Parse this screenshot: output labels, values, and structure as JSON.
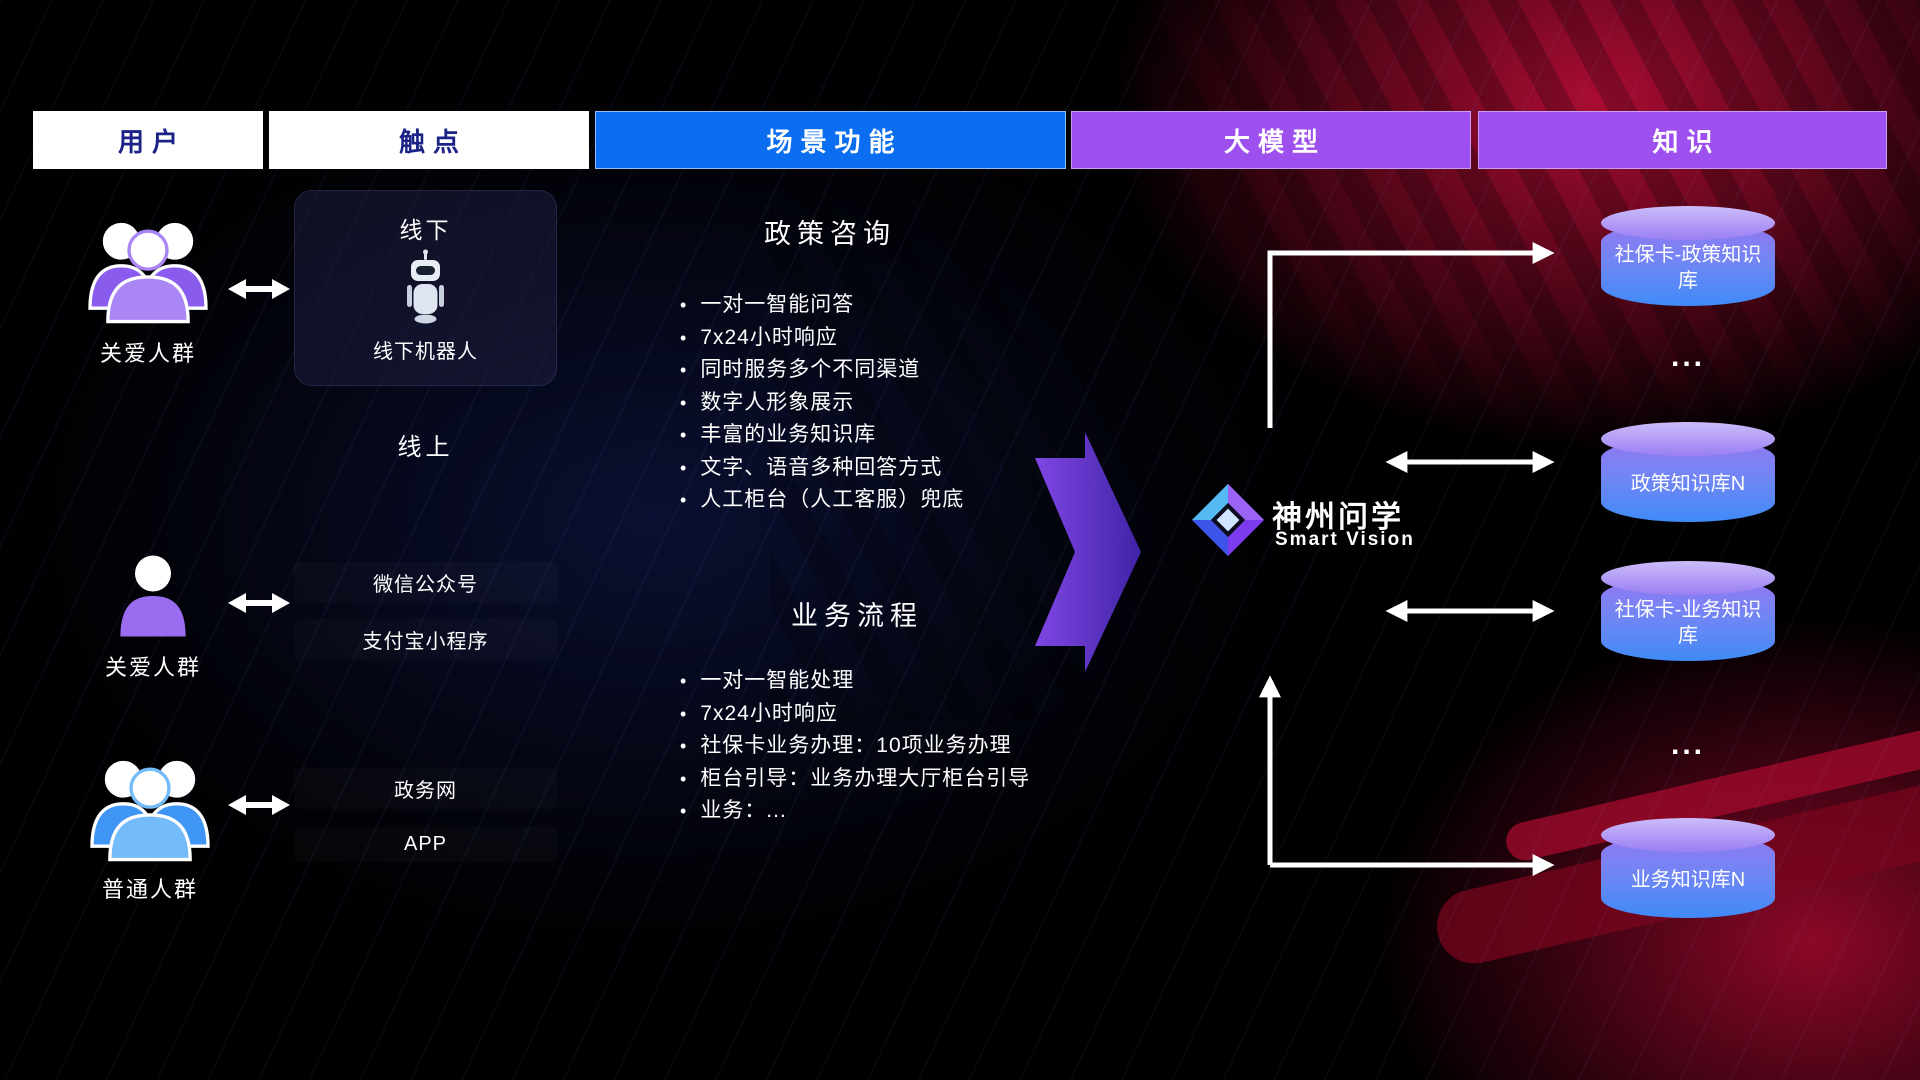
{
  "header": {
    "columns": [
      {
        "label": "用户"
      },
      {
        "label": "触点"
      },
      {
        "label": "场景功能"
      },
      {
        "label": "大模型"
      },
      {
        "label": "知识"
      }
    ]
  },
  "users": [
    {
      "label": "关爱人群",
      "icon": "group-people-purple-icon"
    },
    {
      "label": "关爱人群",
      "icon": "single-person-purple-icon"
    },
    {
      "label": "普通人群",
      "icon": "group-people-blue-icon"
    }
  ],
  "touchpoints": {
    "offline_card": {
      "title": "线下",
      "icon": "robot-icon",
      "caption": "线下机器人"
    },
    "online_label": "线上",
    "channels": [
      "微信公众号",
      "支付宝小程序",
      "政务网",
      "APP"
    ]
  },
  "scenes": [
    {
      "title": "政策咨询",
      "items": [
        "一对一智能问答",
        "7x24小时响应",
        "同时服务多个不同渠道",
        "数字人形象展示",
        "丰富的业务知识库",
        "文字、语音多种回答方式",
        "人工柜台（人工客服）兜底"
      ]
    },
    {
      "title": "业务流程",
      "items": [
        "一对一智能处理",
        "7x24小时响应",
        "社保卡业务办理：10项业务办理",
        "柜台引导：业务办理大厅柜台引导",
        "业务：..."
      ]
    }
  ],
  "model": {
    "name": "神州问学",
    "subtitle": "Smart Vision"
  },
  "knowledge": [
    {
      "label": "社保卡-政策知识库",
      "type": "db"
    },
    {
      "label": "...",
      "type": "dots"
    },
    {
      "label": "政策知识库N",
      "type": "db"
    },
    {
      "label": "社保卡-业务知识库",
      "type": "db"
    },
    {
      "label": "...",
      "type": "dots"
    },
    {
      "label": "业务知识库N",
      "type": "db"
    }
  ],
  "colors": {
    "header_blue": "#0b6ef0",
    "header_purple": "#9d50ee",
    "header_text_dark": "#1c2386",
    "cylinder_top": "#cdbcfb",
    "cylinder_body_top": "#9478f2",
    "cylinder_body_bottom": "#3f8bf7",
    "user_purple": "#9a6cf0",
    "user_blue": "#4aa0f5",
    "big_arrow_purple": "#7a44ee",
    "background_red": "#a00b30"
  }
}
